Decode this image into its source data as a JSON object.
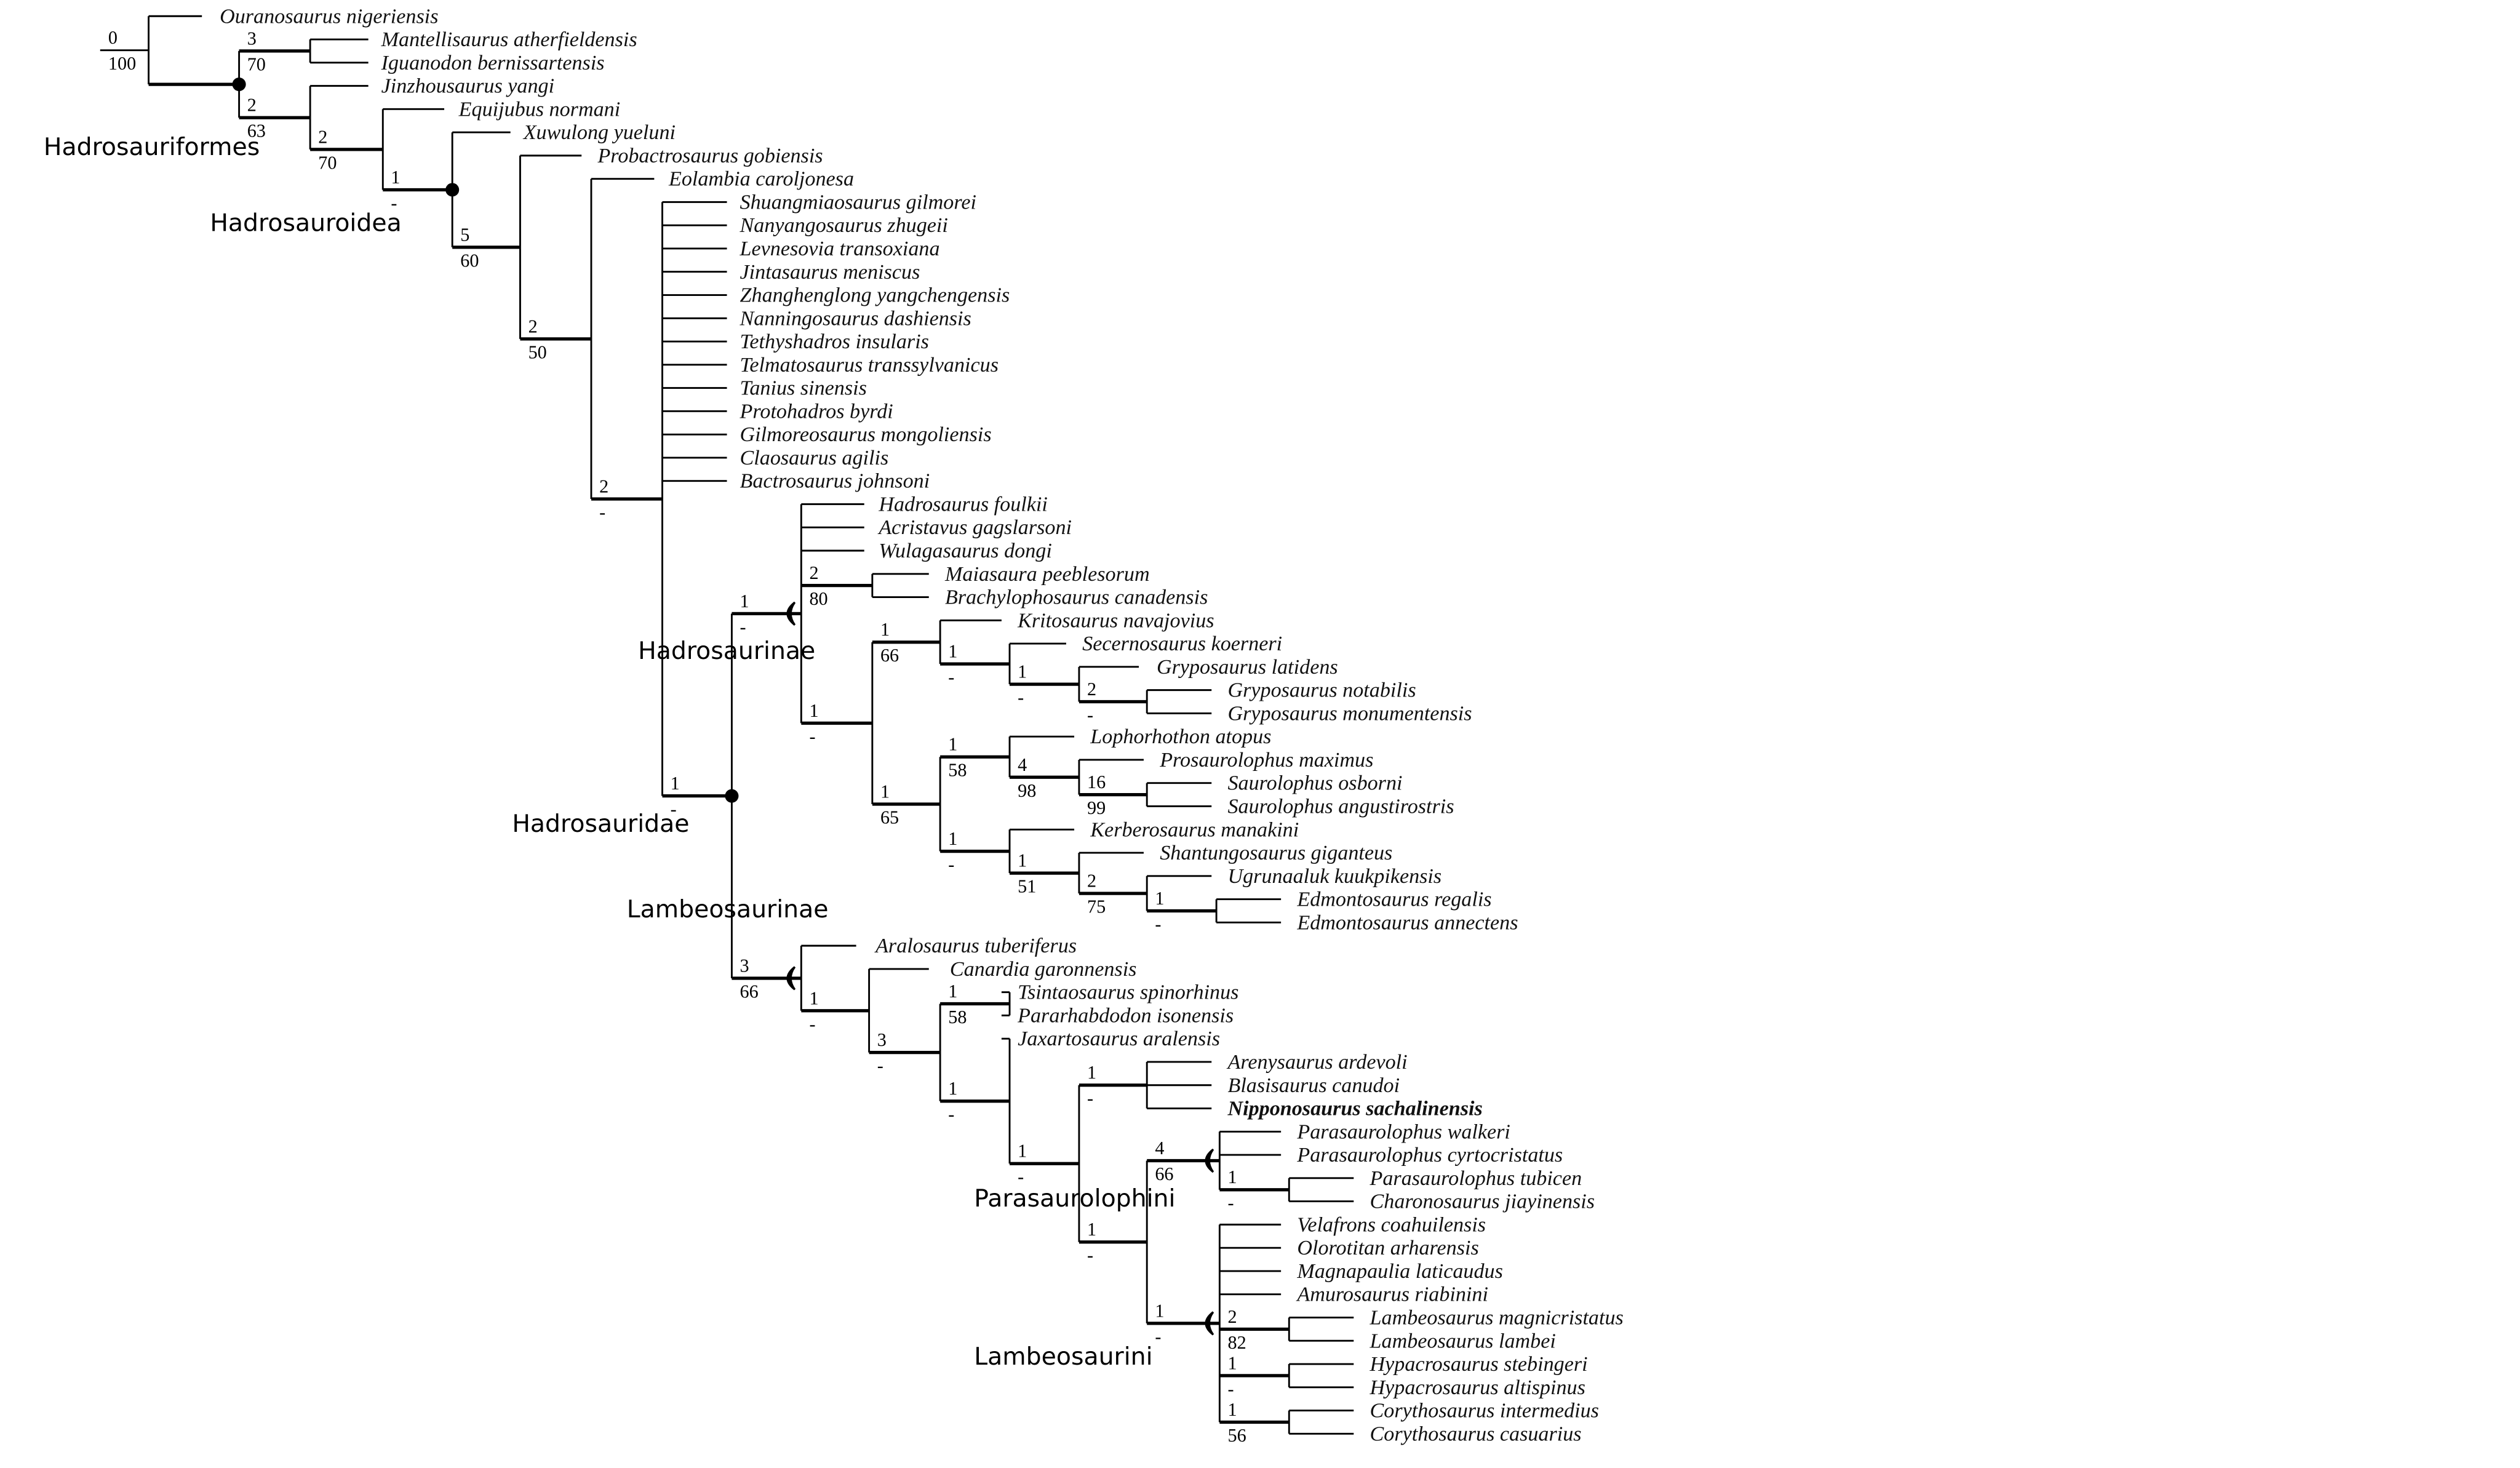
{
  "figure": {
    "type": "cladogram",
    "description": "Strict consensus phylogeny of Hadrosauriformes with Bremer support (above) and bootstrap (below) values"
  },
  "taxa": [
    {
      "name": "Ouranosaurus nigeriensis"
    },
    {
      "name": "Mantellisaurus atherfieldensis"
    },
    {
      "name": "Iguanodon bernissartensis"
    },
    {
      "name": "Jinzhousaurus yangi"
    },
    {
      "name": "Equijubus normani"
    },
    {
      "name": "Xuwulong yueluni"
    },
    {
      "name": "Probactrosaurus gobiensis"
    },
    {
      "name": "Eolambia caroljonesa"
    },
    {
      "name": "Shuangmiaosaurus gilmorei"
    },
    {
      "name": "Nanyangosaurus zhugeii"
    },
    {
      "name": "Levnesovia transoxiana"
    },
    {
      "name": "Jintasaurus meniscus"
    },
    {
      "name": "Zhanghenglong yangchengensis"
    },
    {
      "name": "Nanningosaurus dashiensis"
    },
    {
      "name": "Tethyshadros insularis"
    },
    {
      "name": "Telmatosaurus transsylvanicus"
    },
    {
      "name": "Tanius sinensis"
    },
    {
      "name": "Protohadros byrdi"
    },
    {
      "name": "Gilmoreosaurus mongoliensis"
    },
    {
      "name": "Claosaurus agilis"
    },
    {
      "name": "Bactrosaurus johnsoni"
    },
    {
      "name": "Hadrosaurus foulkii"
    },
    {
      "name": "Acristavus gagslarsoni"
    },
    {
      "name": "Wulagasaurus dongi"
    },
    {
      "name": "Maiasaura peeblesorum"
    },
    {
      "name": "Brachylophosaurus canadensis"
    },
    {
      "name": "Kritosaurus navajovius"
    },
    {
      "name": "Secernosaurus koerneri"
    },
    {
      "name": "Gryposaurus latidens"
    },
    {
      "name": "Gryposaurus notabilis"
    },
    {
      "name": "Gryposaurus monumentensis"
    },
    {
      "name": "Lophorhothon atopus"
    },
    {
      "name": "Prosaurolophus maximus"
    },
    {
      "name": "Saurolophus osborni"
    },
    {
      "name": "Saurolophus angustirostris"
    },
    {
      "name": "Kerberosaurus manakini"
    },
    {
      "name": "Shantungosaurus giganteus"
    },
    {
      "name": "Ugrunaaluk kuukpikensis"
    },
    {
      "name": "Edmontosaurus regalis"
    },
    {
      "name": "Edmontosaurus annectens"
    },
    {
      "name": "Aralosaurus tuberiferus"
    },
    {
      "name": "Canardia garonnensis"
    },
    {
      "name": "Tsintaosaurus spinorhinus"
    },
    {
      "name": "Pararhabdodon isonensis"
    },
    {
      "name": "Jaxartosaurus aralensis"
    },
    {
      "name": "Arenysaurus ardevoli"
    },
    {
      "name": "Blasisaurus canudoi"
    },
    {
      "name": "Nipponosaurus sachalinensis",
      "bold": true
    },
    {
      "name": "Parasaurolophus walkeri"
    },
    {
      "name": "Parasaurolophus cyrtocristatus"
    },
    {
      "name": "Parasaurolophus tubicen"
    },
    {
      "name": "Charonosaurus jiayinensis"
    },
    {
      "name": "Velafrons coahuilensis"
    },
    {
      "name": "Olorotitan arharensis"
    },
    {
      "name": "Magnapaulia laticaudus"
    },
    {
      "name": "Amurosaurus riabinini"
    },
    {
      "name": "Lambeosaurus magnicristatus"
    },
    {
      "name": "Lambeosaurus lambei"
    },
    {
      "name": "Hypacrosaurus stebingeri"
    },
    {
      "name": "Hypacrosaurus altispinus"
    },
    {
      "name": "Corythosaurus intermedius"
    },
    {
      "name": "Corythosaurus casuarius"
    }
  ],
  "clades": [
    {
      "name": "Hadrosauriformes"
    },
    {
      "name": "Hadrosauroidea"
    },
    {
      "name": "Hadrosaurinae"
    },
    {
      "name": "Hadrosauridae"
    },
    {
      "name": "Lambeosaurinae"
    },
    {
      "name": "Parasaurolophini"
    },
    {
      "name": "Lambeosaurini"
    }
  ],
  "nodes": [
    {
      "id": "root",
      "bremer": "0",
      "bootstrap": "100"
    },
    {
      "id": "mant_igu",
      "bremer": "3",
      "bootstrap": "70"
    },
    {
      "id": "hadrosauriformes",
      "bremer": "2",
      "bootstrap": "63"
    },
    {
      "id": "n_equijubus",
      "bremer": "2",
      "bootstrap": "70"
    },
    {
      "id": "n_xuwulong",
      "bremer": "1",
      "bootstrap": "-"
    },
    {
      "id": "hadrosauroidea",
      "bremer": "5",
      "bootstrap": "60"
    },
    {
      "id": "n_eolambia",
      "bremer": "2",
      "bootstrap": "50"
    },
    {
      "id": "n_polytomy",
      "bremer": "2",
      "bootstrap": "-"
    },
    {
      "id": "hadrosauridae",
      "bremer": "1",
      "bootstrap": "-"
    },
    {
      "id": "hadrosaurinae",
      "bremer": "1",
      "bootstrap": "-"
    },
    {
      "id": "maia_brachy",
      "bremer": "2",
      "bootstrap": "80"
    },
    {
      "id": "saurolophinae_core",
      "bremer": "1",
      "bootstrap": "-"
    },
    {
      "id": "kritosaurini",
      "bremer": "1",
      "bootstrap": "66"
    },
    {
      "id": "secerno_gryp",
      "bremer": "1",
      "bootstrap": "-"
    },
    {
      "id": "gryposaurus",
      "bremer": "1",
      "bootstrap": "-"
    },
    {
      "id": "gryp_not_mon",
      "bremer": "2",
      "bootstrap": "-"
    },
    {
      "id": "saurolophini_edmonto",
      "bremer": "1",
      "bootstrap": "65"
    },
    {
      "id": "saurolophini",
      "bremer": "1",
      "bootstrap": "58"
    },
    {
      "id": "prosaur_saur",
      "bremer": "4",
      "bootstrap": "98"
    },
    {
      "id": "saurolophus",
      "bremer": "16",
      "bootstrap": "99"
    },
    {
      "id": "edmontosaurini",
      "bremer": "1",
      "bootstrap": "-"
    },
    {
      "id": "shant_edmo",
      "bremer": "1",
      "bootstrap": "51"
    },
    {
      "id": "ugru_edmo",
      "bremer": "2",
      "bootstrap": "75"
    },
    {
      "id": "edmontosaurus",
      "bremer": "1",
      "bootstrap": "-"
    },
    {
      "id": "lambeosaurinae",
      "bremer": "3",
      "bootstrap": "66"
    },
    {
      "id": "n_canardia",
      "bremer": "1",
      "bootstrap": "-"
    },
    {
      "id": "n_tsinta_rest",
      "bremer": "3",
      "bootstrap": "-"
    },
    {
      "id": "tsintaosaurini",
      "bremer": "1",
      "bootstrap": "58"
    },
    {
      "id": "n_jaxarto",
      "bremer": "1",
      "bootstrap": "-"
    },
    {
      "id": "arenysaurini",
      "bremer": "1",
      "bootstrap": "-"
    },
    {
      "id": "n_para_lamb",
      "bremer": "1",
      "bootstrap": "-"
    },
    {
      "id": "n_para_lamb2",
      "bremer": "1",
      "bootstrap": "-"
    },
    {
      "id": "parasaurolophini",
      "bremer": "4",
      "bootstrap": "66"
    },
    {
      "id": "tubicen_charono",
      "bremer": "1",
      "bootstrap": "-"
    },
    {
      "id": "lambeosaurini",
      "bremer": "1",
      "bootstrap": "-"
    },
    {
      "id": "lambeosaurus",
      "bremer": "2",
      "bootstrap": "82"
    },
    {
      "id": "hypacrosaurus",
      "bremer": "1",
      "bootstrap": "-"
    },
    {
      "id": "corythosaurus",
      "bremer": "1",
      "bootstrap": "56"
    }
  ],
  "colors": {
    "line": "#000000",
    "text": "#111111",
    "background": "#ffffff"
  }
}
